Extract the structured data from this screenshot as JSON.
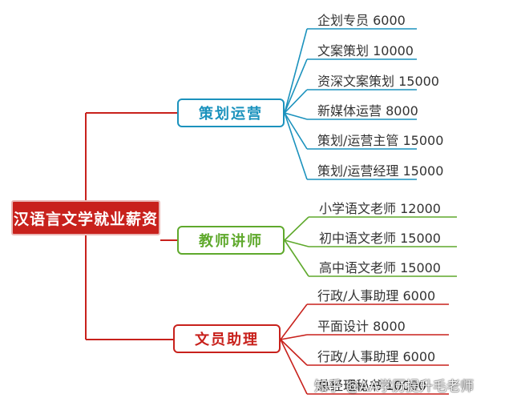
{
  "root": {
    "label": "汉语言文学就业薪资",
    "color": "#c8211c"
  },
  "branches": [
    {
      "label": "策划运营",
      "color": "#1b92bd",
      "leaves": [
        "企划专员  6000",
        "文案策划  10000",
        "资深文案策划 15000",
        "新媒体运营  8000",
        "策划/运营主管  15000",
        "策划/运营经理  15000"
      ]
    },
    {
      "label": "教师讲师",
      "color": "#5fa92c",
      "leaves": [
        "小学语文老师  12000",
        "初中语文老师  15000",
        "高中语文老师  15000"
      ]
    },
    {
      "label": "文员助理",
      "color": "#c8211c",
      "leaves": [
        "行政/人事助理  6000",
        "平面设计  8000",
        "行政/人事助理  6000",
        "总经理秘书 10000"
      ]
    }
  ],
  "watermark": "知乎 @AA学历提升毛老师"
}
